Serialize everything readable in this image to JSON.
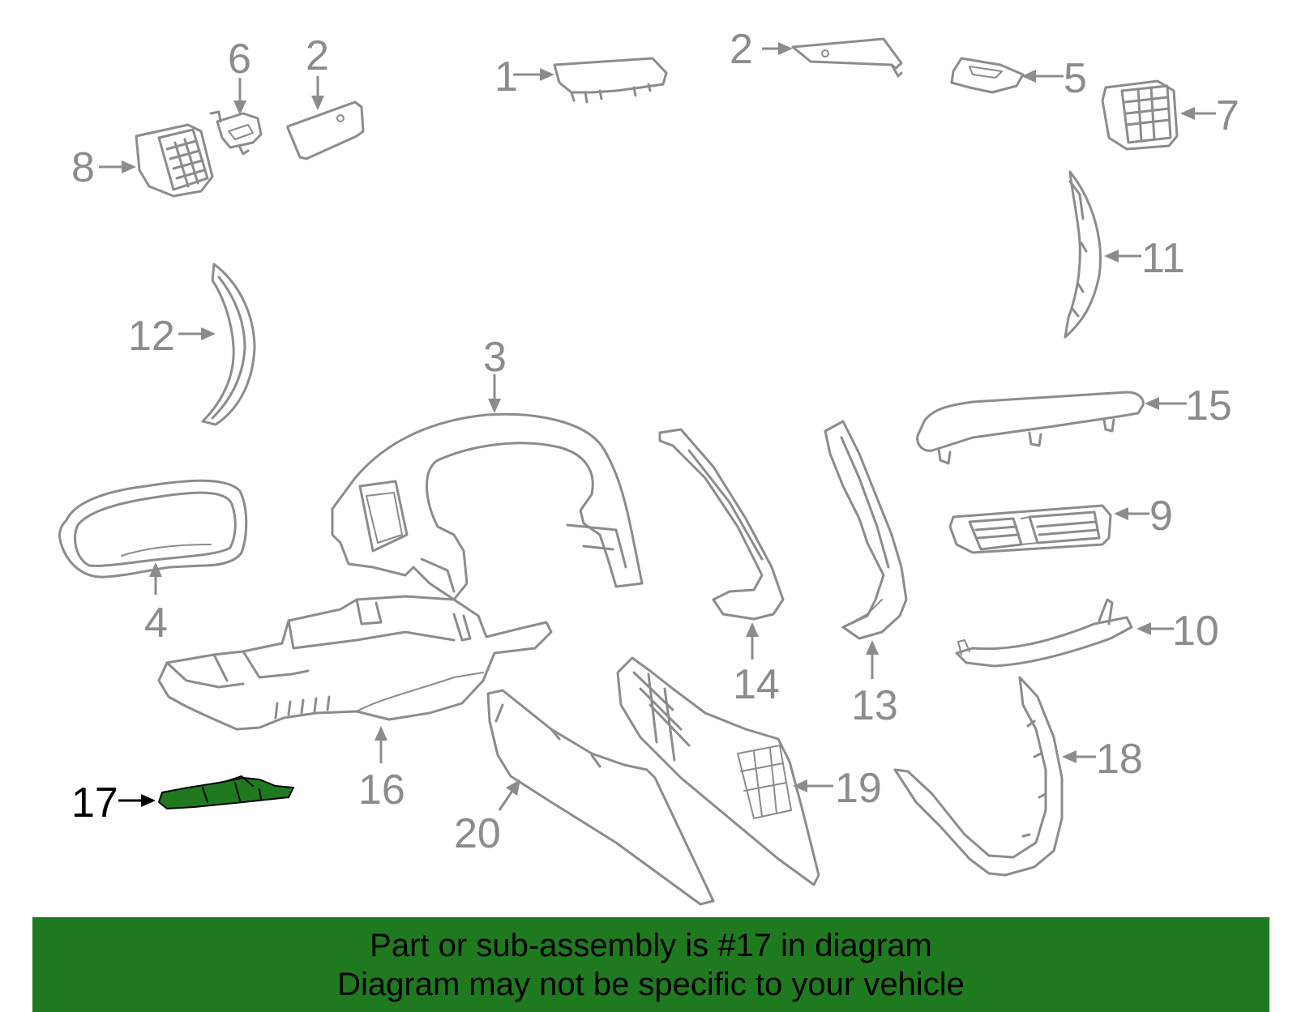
{
  "diagram": {
    "callouts": [
      {
        "id": "1",
        "label": "1"
      },
      {
        "id": "2a",
        "label": "2"
      },
      {
        "id": "2b",
        "label": "2"
      },
      {
        "id": "3",
        "label": "3"
      },
      {
        "id": "4",
        "label": "4"
      },
      {
        "id": "5",
        "label": "5"
      },
      {
        "id": "6",
        "label": "6"
      },
      {
        "id": "7",
        "label": "7"
      },
      {
        "id": "8",
        "label": "8"
      },
      {
        "id": "9",
        "label": "9"
      },
      {
        "id": "10",
        "label": "10"
      },
      {
        "id": "11",
        "label": "11"
      },
      {
        "id": "12",
        "label": "12"
      },
      {
        "id": "13",
        "label": "13"
      },
      {
        "id": "14",
        "label": "14"
      },
      {
        "id": "15",
        "label": "15"
      },
      {
        "id": "16",
        "label": "16"
      },
      {
        "id": "17",
        "label": "17"
      },
      {
        "id": "18",
        "label": "18"
      },
      {
        "id": "19",
        "label": "19"
      },
      {
        "id": "20",
        "label": "20"
      }
    ],
    "highlighted_part": "17",
    "colors": {
      "line": "#8c8c8c",
      "highlight_fill": "#1f7a1f",
      "highlight_text": "#000000",
      "background": "#ffffff"
    }
  },
  "banner": {
    "line1": "Part or sub-assembly is #17 in diagram",
    "line2": "Diagram may not be specific to your vehicle"
  }
}
